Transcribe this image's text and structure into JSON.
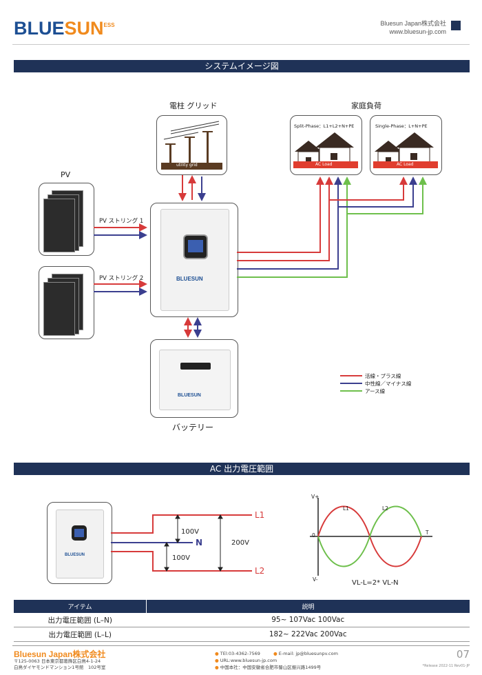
{
  "header": {
    "brand_blue": "BLUE",
    "brand_orange": "SUN",
    "brand_suffix": "ESS",
    "company": "Bluesun Japan株式会社",
    "website": "www.bluesun-jp.com"
  },
  "sections": {
    "system": "システムイメージ図",
    "ac": "AC 出力電圧範囲"
  },
  "diagram": {
    "grid_title": "電柱 グリッド",
    "grid_caption": "utility grid",
    "load_title": "家庭負荷",
    "split_phase": "Split-Phase：L1+L2+N+PE",
    "single_phase": "Single-Phase：L+N+PE",
    "ac_load": "AC Load",
    "pv_title": "PV",
    "pv_string1": "PV ストリング 1",
    "pv_string2": "PV ストリング 2",
    "inverter_brand": "BLUESUN",
    "battery_brand": "BLUESUN",
    "battery_title": "バッテリー",
    "legend": [
      {
        "label": "活線・プラス線",
        "color": "#d73a3a"
      },
      {
        "label": "中性線／マイナス線",
        "color": "#3b3f8f"
      },
      {
        "label": "アース線",
        "color": "#6dbf4b"
      }
    ]
  },
  "ac_output": {
    "inverter_brand": "BLUESUN",
    "l1": "L1",
    "n": "N",
    "l2": "L2",
    "v100a": "100V",
    "v100b": "100V",
    "v200": "200V",
    "wave": {
      "vplus": "V+",
      "vminus": "V-",
      "zero": "0",
      "t": "T",
      "l1": "L1",
      "l2": "L2",
      "formula": "VL-L=2* VL-N"
    }
  },
  "table": {
    "headers": [
      "アイテム",
      "説明"
    ],
    "rows": [
      [
        "出力電圧範囲 (L–N)",
        "95~ 107Vac   100Vac"
      ],
      [
        "出力電圧範囲 (L–L)",
        "182~ 222Vac    200Vac"
      ]
    ]
  },
  "footer": {
    "company": "Bluesun Japan株式会社",
    "address1": "〒125-0063 日本東京都葛飾区白鳥4-1-24",
    "address2": "白鳥ダイヤモンドマンション1号館　102号室",
    "tel": "TEl:03-4362-7569",
    "email": "E-mail: jp@bluesunpv.com",
    "url": "URL:www.bluesun-jp.com",
    "hq": "中国本社：中国安徽省合肥市蜀山区振兴路1499号",
    "page": "07",
    "release": "*Release 2022-11 Rev01-JP"
  }
}
